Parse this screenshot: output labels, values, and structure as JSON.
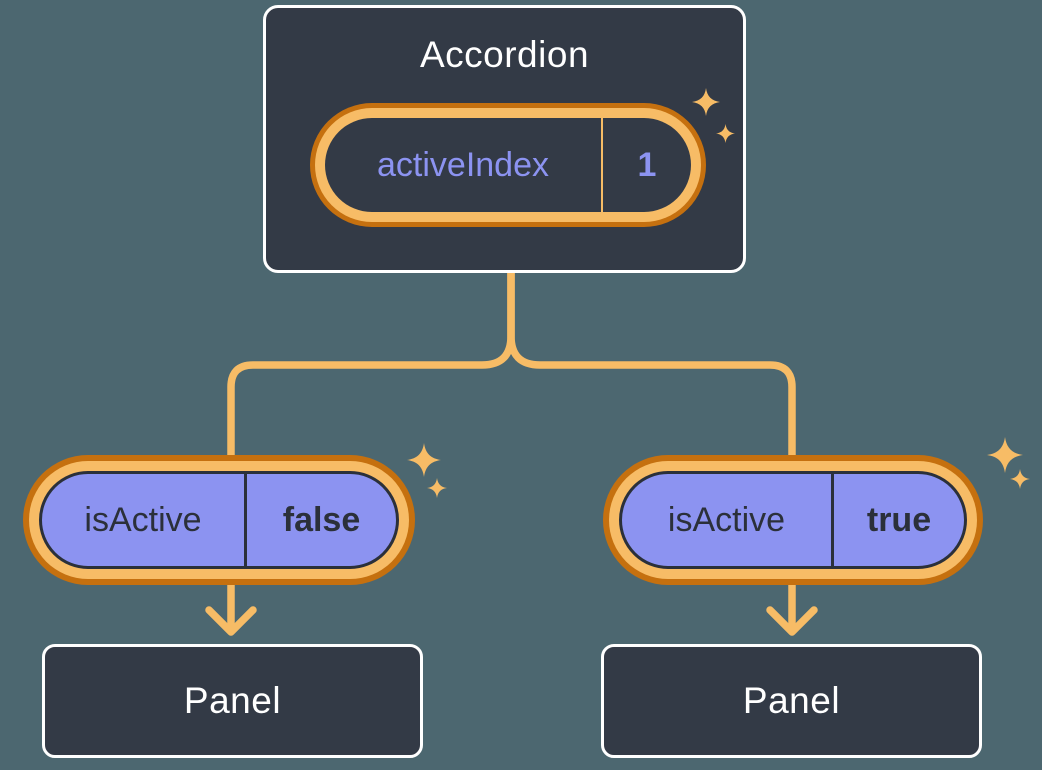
{
  "diagram": {
    "description": "Component tree showing shared state lifted to parent",
    "root_component": {
      "title": "Accordion",
      "state": {
        "name": "activeIndex",
        "value": "1"
      }
    },
    "children": [
      {
        "prop_name": "isActive",
        "prop_value": "false",
        "panel_label": "Panel"
      },
      {
        "prop_name": "isActive",
        "prop_value": "true",
        "panel_label": "Panel"
      }
    ],
    "icons": {
      "sparkle": "four-point-star"
    },
    "colors": {
      "background": "#4C6770",
      "box_fill": "#333A46",
      "box_border": "#FFFFFF",
      "connector_orange": "#F7BC66",
      "ring_orange_dark": "#C5700F",
      "purple": "#8C93F1",
      "dark_text": "#2B303A",
      "white_text": "#FFFFFF"
    }
  }
}
